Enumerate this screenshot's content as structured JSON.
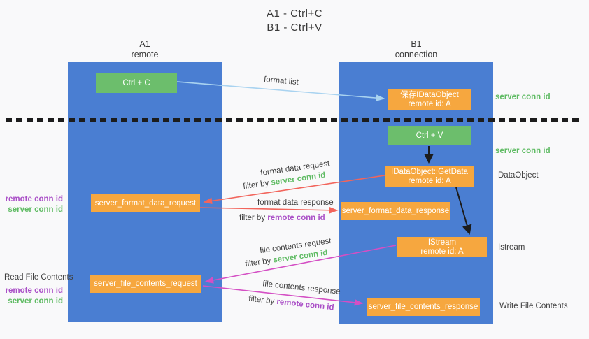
{
  "title": {
    "line1": "A1 - Ctrl+C",
    "line2": "B1 - Ctrl+V"
  },
  "columns": {
    "left": {
      "name": "A1",
      "role": "remote"
    },
    "right": {
      "name": "B1",
      "role": "connection"
    }
  },
  "nodes": {
    "ctrl_c": "Ctrl + C",
    "ctrl_v": "Ctrl + V",
    "save_dataobject": {
      "line1": "保存IDataObject",
      "line2": "remote id: A"
    },
    "getdata": {
      "line1": "IDataObject::GetData",
      "line2": "remote id: A"
    },
    "istream": {
      "line1": "IStream",
      "line2": "remote id: A"
    },
    "format_request": "server_format_data_request",
    "format_response": "server_format_data_response",
    "file_request": "server_file_contents_request",
    "file_response": "server_file_contents_response"
  },
  "arrow_labels": {
    "format_list": "format list",
    "format_data_request": "format data request",
    "format_data_response": "format data response",
    "file_contents_request": "file contents request",
    "file_contents_response": "file contents response",
    "filter_by": "filter by",
    "server_conn_id": "server conn id",
    "remote_conn_id": "remote conn id"
  },
  "side_labels": {
    "server_conn_id_top": "server conn id",
    "server_conn_id_mid": "server conn id",
    "dataobject": "DataObject",
    "istream": "Istream",
    "write_file_contents": "Write File Contents",
    "read_file_contents": "Read File Contents",
    "remote_conn_id_left1": "remote conn id",
    "server_conn_id_left1": "server conn id",
    "remote_conn_id_left2": "remote conn id",
    "server_conn_id_left2": "server conn id"
  },
  "colors": {
    "lifeline_blue": "#4a7ed2",
    "node_green": "#6cbe6c",
    "node_orange": "#f6a73f",
    "arrow_light_blue": "#a9d3f0",
    "arrow_red": "#f2655c",
    "arrow_magenta": "#d44fc4",
    "arrow_black": "#1c1c1c",
    "label_green": "#5fbb63",
    "label_purple": "#aa4fc7"
  }
}
